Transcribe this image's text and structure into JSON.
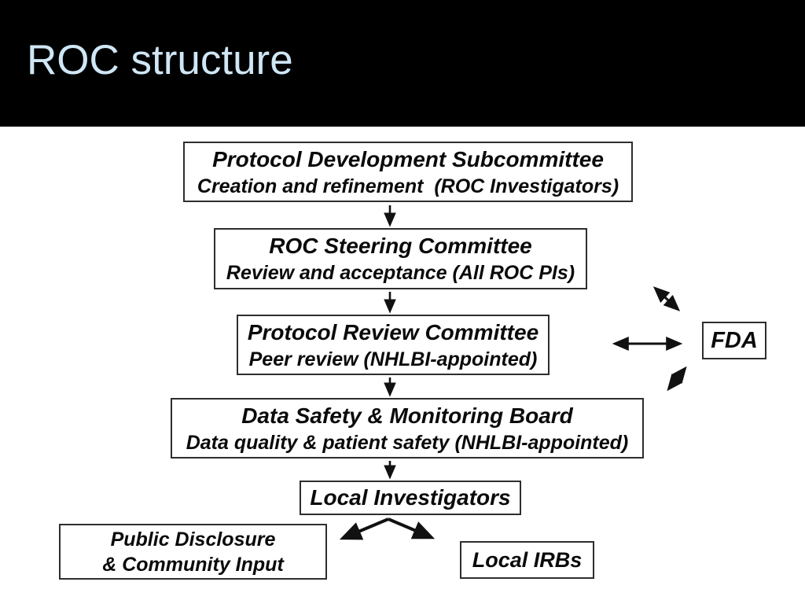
{
  "slide": {
    "title": "ROC structure",
    "colors": {
      "background": "#ffffff",
      "header_bg": "#000000",
      "title_color": "#cfe6f5",
      "box_border": "#2e2e2e",
      "box_bg": "#ffffff",
      "text_color": "#0a0a0a",
      "arrow_color": "#111111"
    }
  },
  "nodes": {
    "pds": {
      "title": "Protocol Development Subcommittee",
      "subtitle": "Creation and refinement  (ROC Investigators)"
    },
    "steering": {
      "title": "ROC Steering Committee",
      "subtitle": "Review and acceptance (All ROC PIs)"
    },
    "prc": {
      "title": "Protocol Review Committee",
      "subtitle": "Peer review (NHLBI-appointed)"
    },
    "dsmb": {
      "title": "Data Safety & Monitoring Board",
      "subtitle": "Data quality & patient safety (NHLBI-appointed)"
    },
    "local_investigators": {
      "title": "Local Investigators"
    },
    "public_disclosure": {
      "line1": "Public Disclosure",
      "line2": "& Community Input"
    },
    "local_irbs": {
      "title": "Local IRBs"
    },
    "fda": {
      "title": "FDA"
    }
  },
  "chart_data": {
    "type": "table",
    "title": "ROC structure flow",
    "flow": [
      "Protocol Development Subcommittee -> ROC Steering Committee",
      "ROC Steering Committee -> Protocol Review Committee",
      "Protocol Review Committee -> Data Safety & Monitoring Board",
      "Data Safety & Monitoring Board -> Local Investigators",
      "Local Investigators -> Public Disclosure & Community Input",
      "Local Investigators -> Local IRBs",
      "FDA <-> committees (bidirectional arrows)"
    ]
  }
}
